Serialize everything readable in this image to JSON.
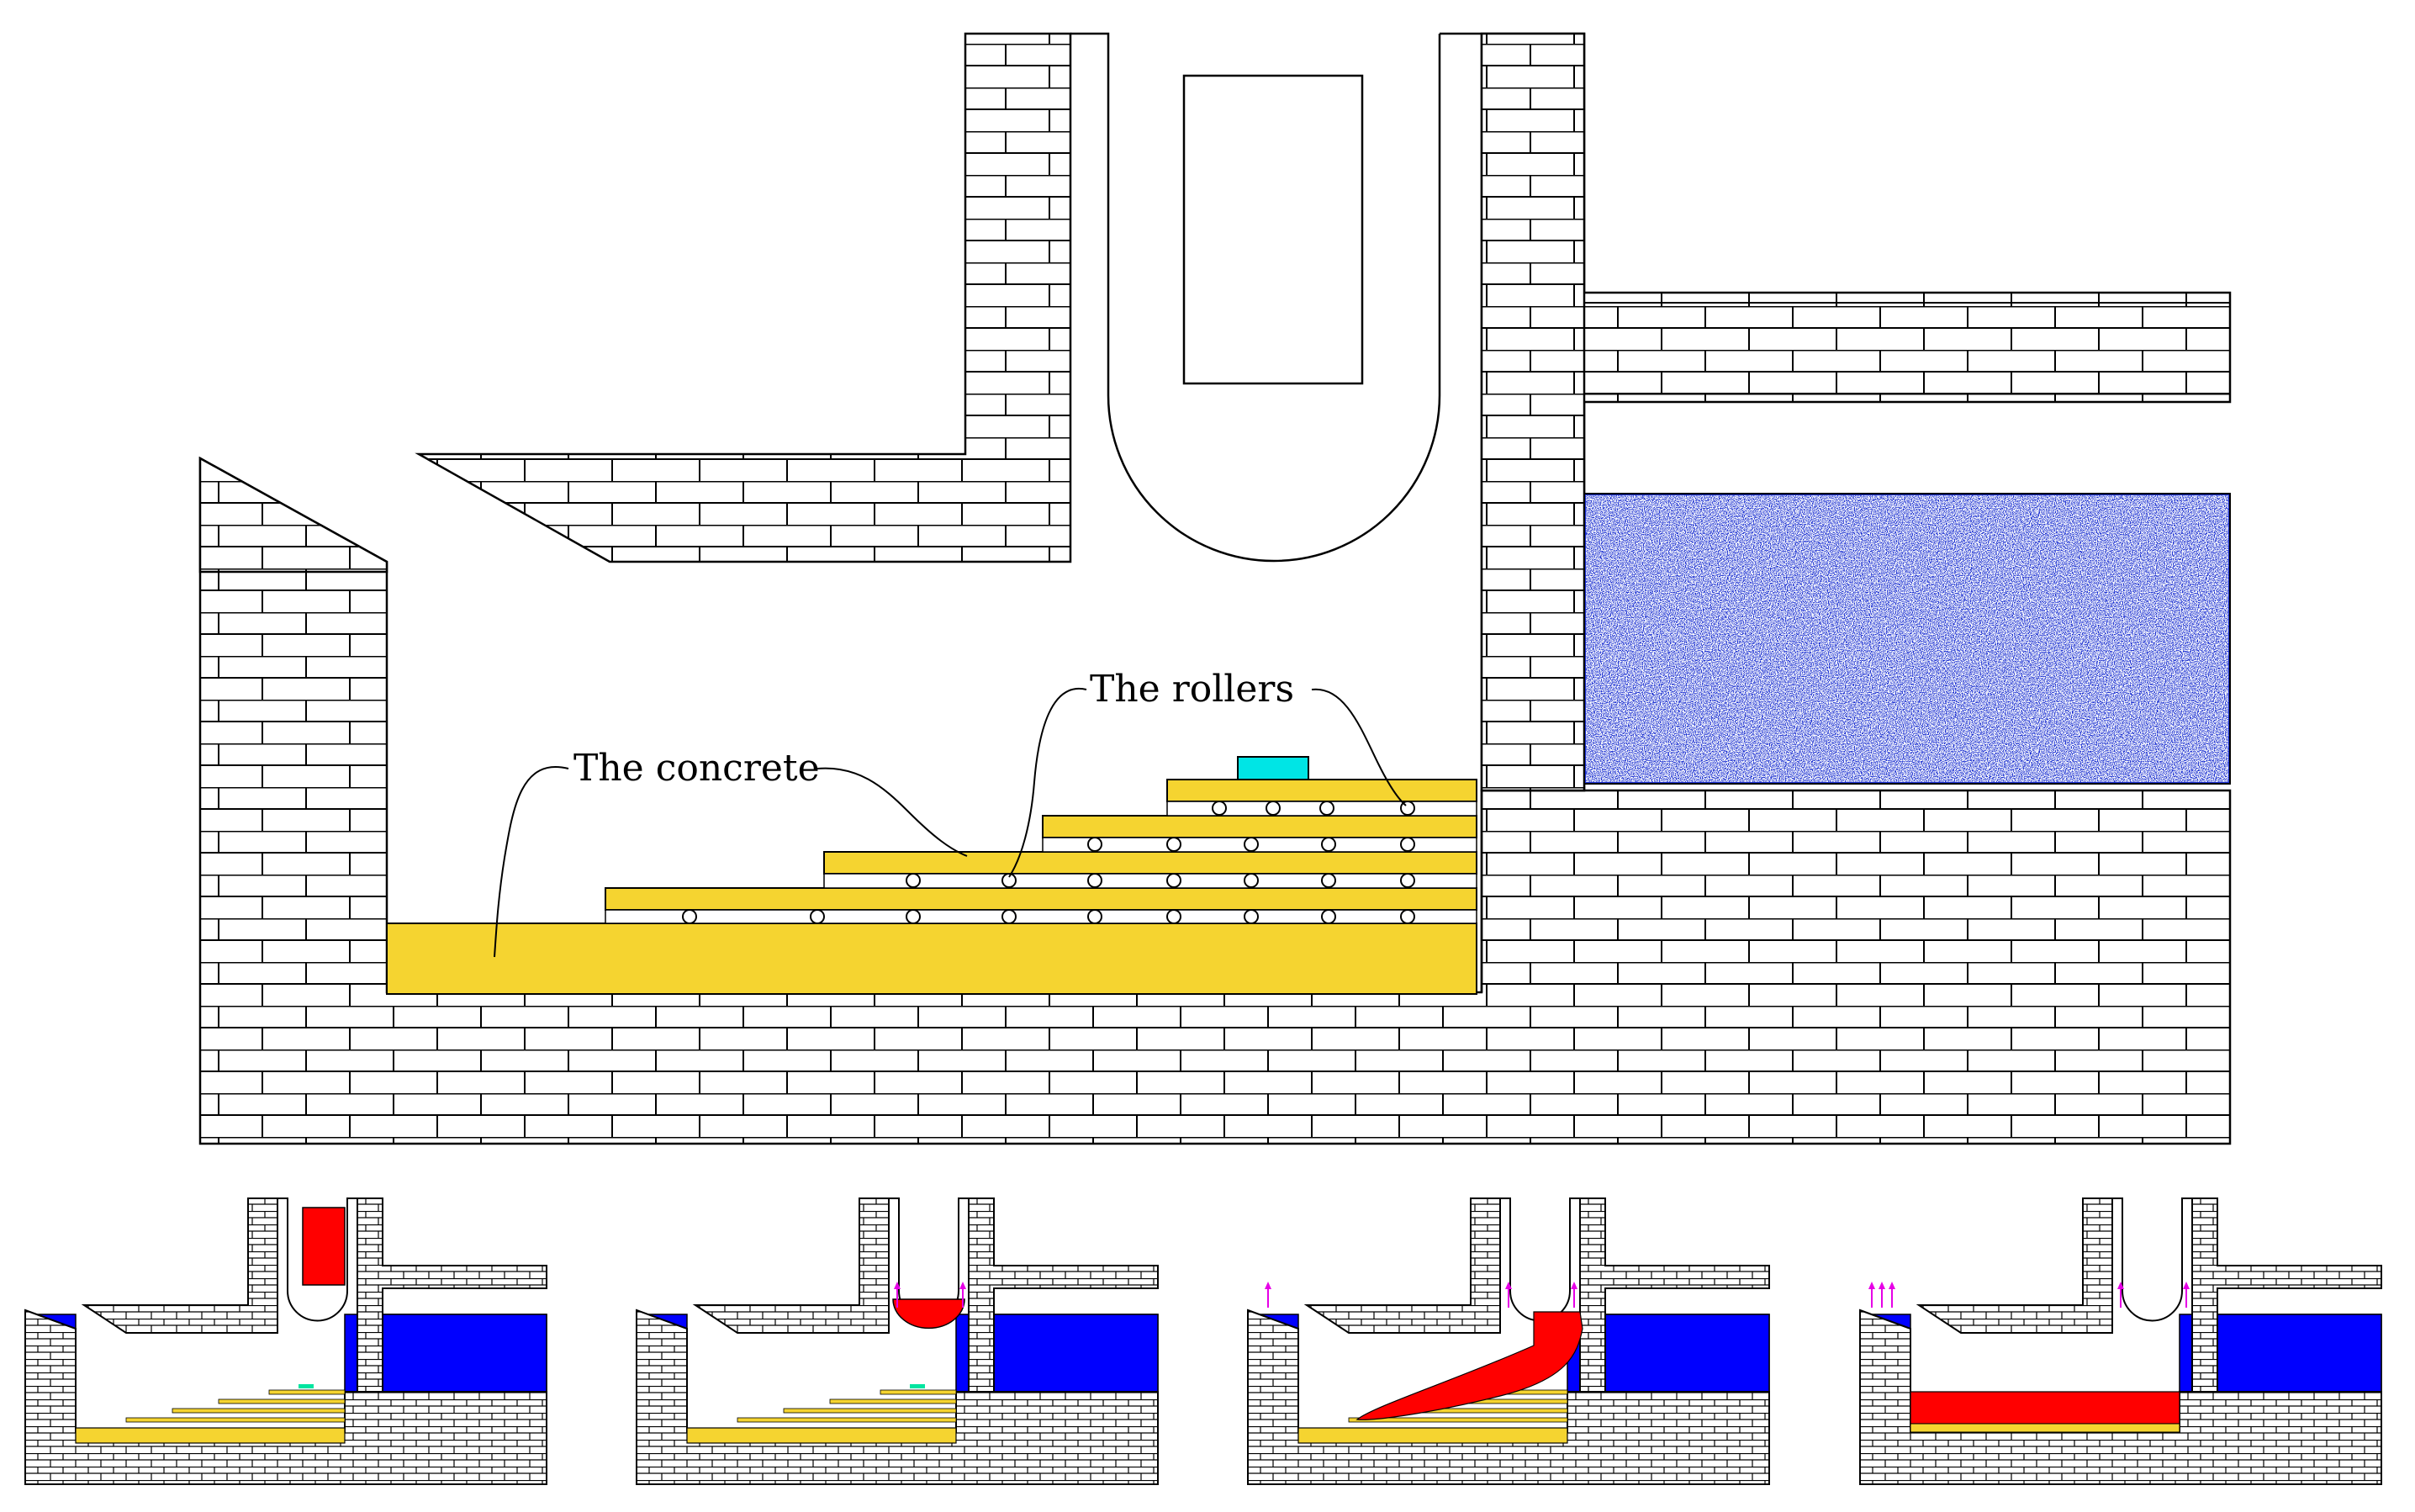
{
  "labels": {
    "concrete": "The concrete",
    "rollers": "The rollers"
  },
  "colors": {
    "brick_stroke": "#000000",
    "wall_fill": "#ffffff",
    "concrete": "#f5d430",
    "water": "#0000ff",
    "water_speckle": "#1e32c8",
    "hot_material": "#ff0000",
    "cyan_block": "#00e5e5",
    "arrow_magenta": "#e600e6"
  },
  "panels": [
    {
      "stage": "initial",
      "melt": "suspended-block",
      "arrows": 0
    },
    {
      "stage": "melt-in-crucible",
      "melt": "crucible-bottom",
      "arrows": 2
    },
    {
      "stage": "melt-poured",
      "melt": "flowing-onto-stairs",
      "arrows": 3
    },
    {
      "stage": "melt-spread",
      "melt": "layer-on-floor",
      "arrows": 5
    }
  ]
}
